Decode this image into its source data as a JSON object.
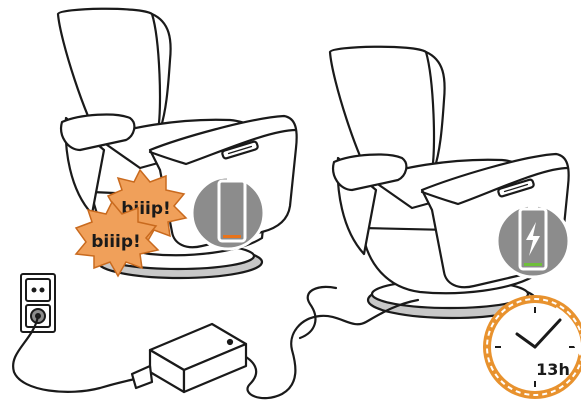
{
  "sounds": {
    "beep_1": "biiip!",
    "beep_2": "biiip!"
  },
  "clock": {
    "duration_label": "13h"
  },
  "colors": {
    "outline": "#1a1a1a",
    "battery_badge_bg": "#8c8c8c",
    "battery_low": "#e8731a",
    "battery_charged": "#6fbf3a",
    "burst_fill": "#f0a05a",
    "burst_stroke": "#c96a1e",
    "clock_ring": "#e8922e",
    "clock_face": "#ffffff",
    "chair_fill": "#ffffff",
    "chair_shadow": "#c8c8c8"
  },
  "icons": {
    "battery_low": "battery-low-icon",
    "battery_charging": "battery-charging-icon",
    "clock": "clock-icon",
    "wall_socket": "wall-socket-icon",
    "power_adapter": "power-adapter-icon"
  },
  "battery_levels": {
    "left_chair": 0.1,
    "right_chair": 0.1
  }
}
